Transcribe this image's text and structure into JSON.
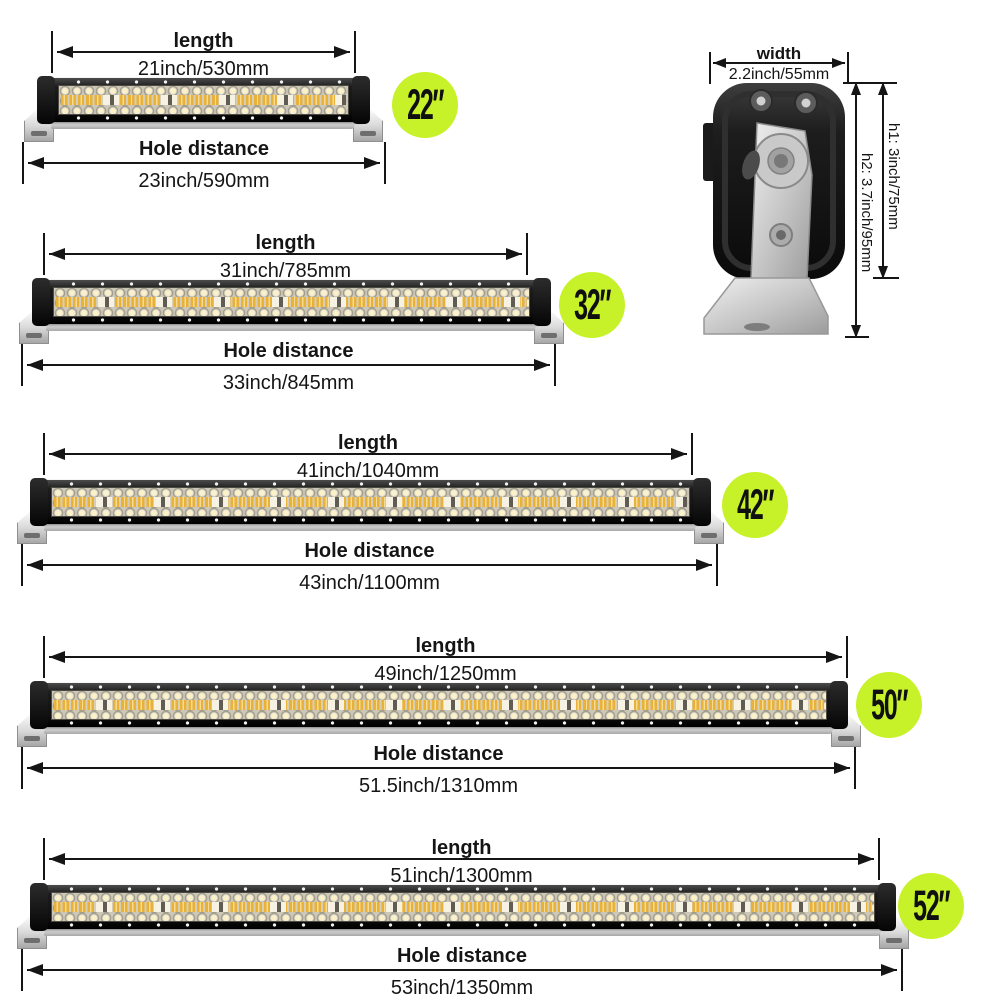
{
  "bars": [
    {
      "size_badge": "22″",
      "length_label": "length",
      "length_value": "21inch/530mm",
      "hole_label": "Hole distance",
      "hole_value": "23inch/590mm"
    },
    {
      "size_badge": "32″",
      "length_label": "length",
      "length_value": "31inch/785mm",
      "hole_label": "Hole distance",
      "hole_value": "33inch/845mm"
    },
    {
      "size_badge": "42″",
      "length_label": "length",
      "length_value": "41inch/1040mm",
      "hole_label": "Hole distance",
      "hole_value": "43inch/1100mm"
    },
    {
      "size_badge": "50″",
      "length_label": "length",
      "length_value": "49inch/1250mm",
      "hole_label": "Hole distance",
      "hole_value": "51.5inch/1310mm"
    },
    {
      "size_badge": "52″",
      "length_label": "length",
      "length_value": "51inch/1300mm",
      "hole_label": "Hole distance",
      "hole_value": "53inch/1350mm"
    }
  ],
  "mount_side_view": {
    "width_label": "width",
    "width_value": "2.2inch/55mm",
    "h1_label": "h1: 3inch/75mm",
    "h2_label": "h2: 3.7inch/95mm"
  },
  "colors": {
    "badge_background": "#c7f22a",
    "dimension_text": "#151515",
    "amber_led": "#e8b23a",
    "housing_black": "#101010",
    "bracket_silver": "#c9c9c9"
  }
}
